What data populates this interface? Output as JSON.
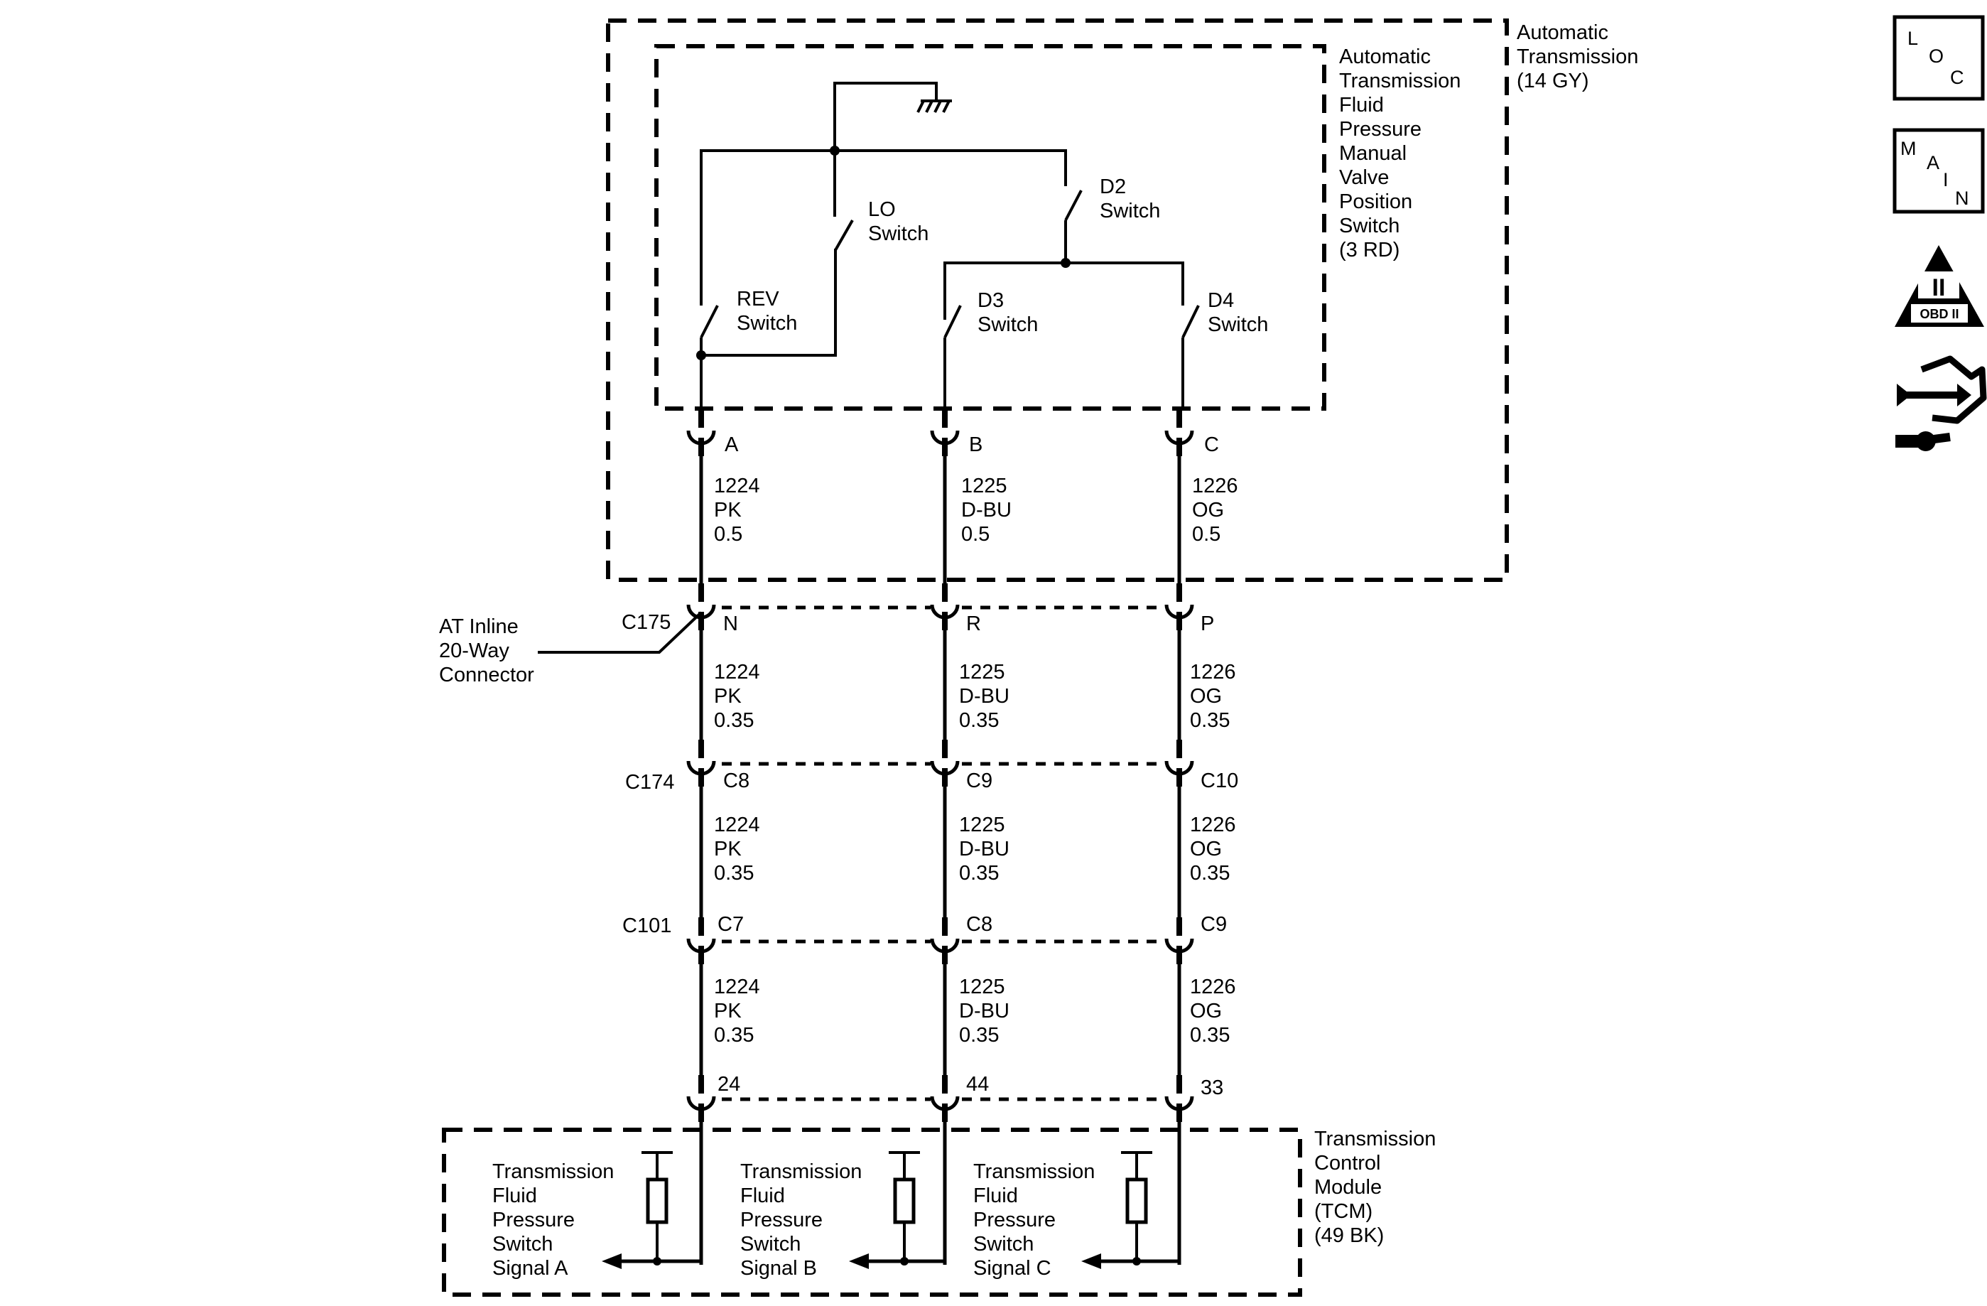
{
  "components": {
    "automatic_transmission": [
      "Automatic",
      "Transmission",
      "(14 GY)"
    ],
    "pressure_switch": [
      "Automatic",
      "Transmission",
      "Fluid",
      "Pressure",
      "Manual",
      "Valve",
      "Position",
      "Switch",
      "(3 RD)"
    ],
    "tcm": [
      "Transmission",
      "Control",
      "Module",
      "(TCM)",
      "(49 BK)"
    ],
    "inline_connector": [
      "AT Inline",
      "20-Way",
      "Connector"
    ]
  },
  "switches": {
    "rev": [
      "REV",
      "Switch"
    ],
    "lo": [
      "LO",
      "Switch"
    ],
    "d2": [
      "D2",
      "Switch"
    ],
    "d3": [
      "D3",
      "Switch"
    ],
    "d4": [
      "D4",
      "Switch"
    ]
  },
  "connectors": {
    "c175": "C175",
    "c174": "C174",
    "c101": "C101"
  },
  "pins": {
    "switch": [
      "A",
      "B",
      "C"
    ],
    "c175": [
      "N",
      "R",
      "P"
    ],
    "c174": [
      "C8",
      "C9",
      "C10"
    ],
    "c101": [
      "C7",
      "C8",
      "C9"
    ],
    "tcm": [
      "24",
      "44",
      "33"
    ]
  },
  "wires": [
    {
      "circuit": "1224",
      "color": "PK",
      "gauge_top": "0.5",
      "gauge": "0.35"
    },
    {
      "circuit": "1225",
      "color": "D-BU",
      "gauge_top": "0.5",
      "gauge": "0.35"
    },
    {
      "circuit": "1226",
      "color": "OG",
      "gauge_top": "0.5",
      "gauge": "0.35"
    }
  ],
  "signals": [
    [
      "Transmission",
      "Fluid",
      "Pressure",
      "Switch",
      "Signal A"
    ],
    [
      "Transmission",
      "Fluid",
      "Pressure",
      "Switch",
      "Signal B"
    ],
    [
      "Transmission",
      "Fluid",
      "Pressure",
      "Switch",
      "Signal C"
    ]
  ],
  "icons": {
    "loc": {
      "letters": [
        "L",
        "O",
        "C"
      ],
      "name": "loc-icon"
    },
    "main": {
      "letters": [
        "M",
        "A",
        "I",
        "N"
      ],
      "name": "main-icon"
    },
    "obd": {
      "roman": "II",
      "label": "OBD II",
      "name": "obd-ii-icon"
    },
    "service": {
      "name": "service-arrows-wrench-icon"
    }
  }
}
